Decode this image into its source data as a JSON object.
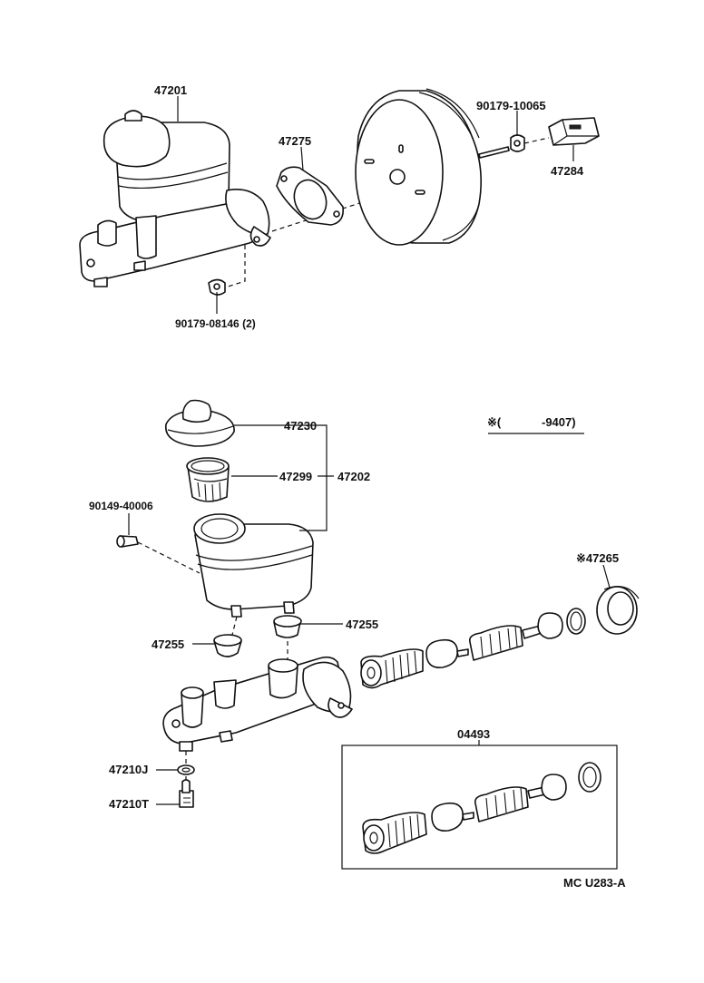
{
  "labels": {
    "p47201": "47201",
    "p47275": "47275",
    "p90179_10065": "90179-10065",
    "p47284": "47284",
    "p90179_08146": "90179-08146 (2)",
    "p47230": "47230",
    "p47299": "47299",
    "p47202": "47202",
    "p90149_40006": "90149-40006",
    "p47255_right": "47255",
    "p47255_left": "47255",
    "p47265": "※47265",
    "p47210J": "47210J",
    "p47210T": "47210T",
    "p04493": "04493"
  },
  "note": {
    "mark": "※(",
    "value": "-9407)"
  },
  "footer": {
    "code": "MC  U283-A"
  }
}
